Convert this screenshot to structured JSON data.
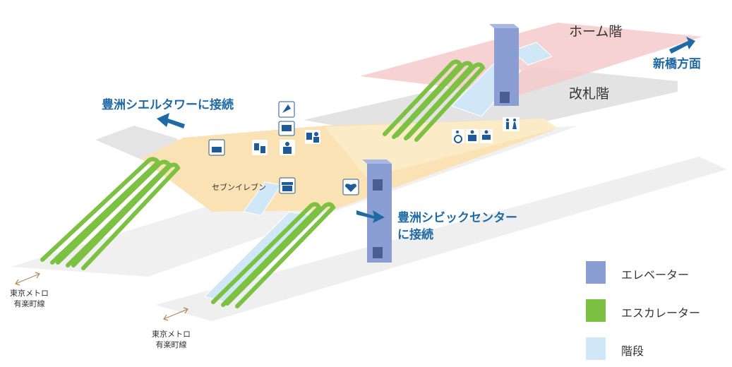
{
  "floors": {
    "platform": "ホーム階",
    "ticket": "改札階"
  },
  "directions": {
    "shinbashi": "新橋方面",
    "tower": "豊洲シエルタワーに接続",
    "civic_line1": "豊洲シビックセンター",
    "civic_line2": "に接続"
  },
  "store": "セブンイレブン",
  "metro_a": {
    "line1": "東京メトロ",
    "line2": "有楽町線"
  },
  "metro_b": {
    "line1": "東京メトロ",
    "line2": "有楽町線"
  },
  "legend": {
    "elevator": "エレベーター",
    "escalator": "エスカレーター",
    "stairs": "階段"
  },
  "colors": {
    "elevator": "#8a9ed4",
    "escalator": "#7cc142",
    "stairs": "#cfe7f7",
    "concourse": "#fbe2b4",
    "platform": "#f6c9c9",
    "ticket_floor": "#e6e6e6",
    "label_blue": "#1f6aa5",
    "icon_blue": "#1f5a9a"
  }
}
